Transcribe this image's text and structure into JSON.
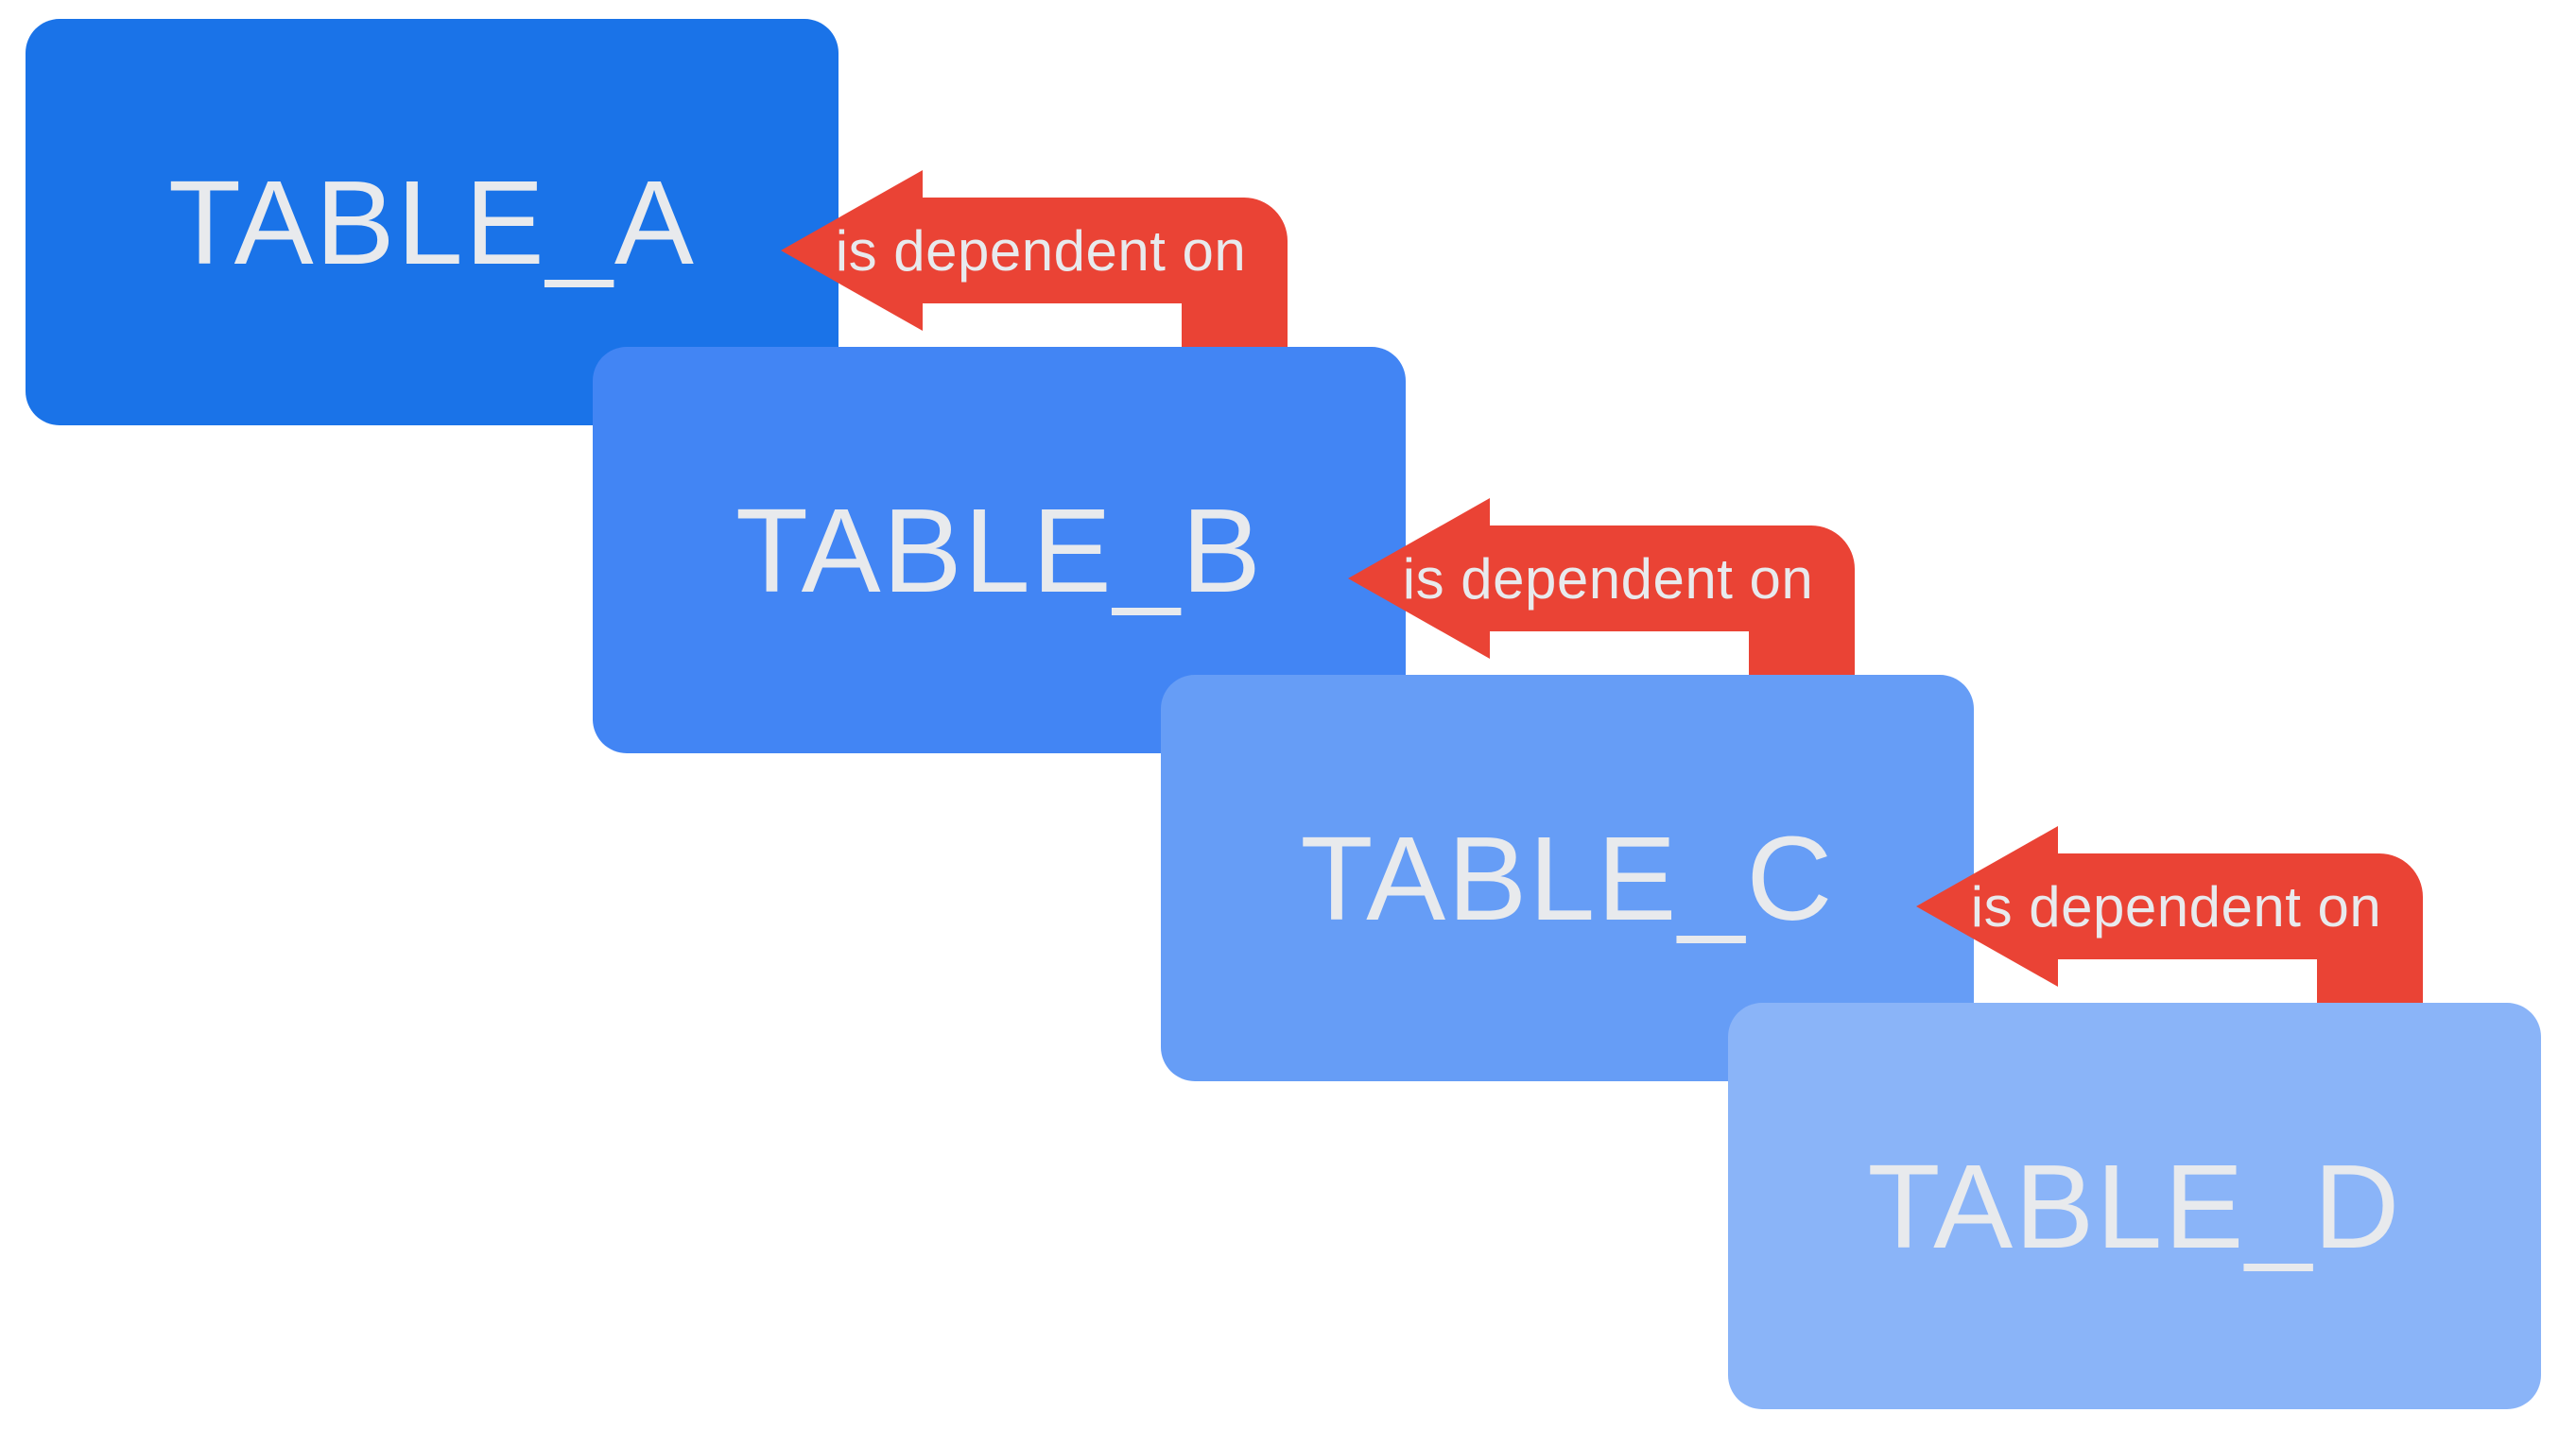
{
  "diagram": {
    "background_color": "#FFFFFF",
    "text_color": "#E8EAED",
    "tables": [
      {
        "label": "TABLE_A",
        "color": "#1A73E8"
      },
      {
        "label": "TABLE_B",
        "color": "#4285F4"
      },
      {
        "label": "TABLE_C",
        "color": "#669DF6"
      },
      {
        "label": "TABLE_D",
        "color": "#8AB4F8"
      }
    ],
    "arrows": [
      {
        "label": "is dependent on",
        "color": "#EA4335",
        "from": "TABLE_B",
        "to": "TABLE_A",
        "direction": "left"
      },
      {
        "label": "is dependent on",
        "color": "#EA4335",
        "from": "TABLE_C",
        "to": "TABLE_B",
        "direction": "left"
      },
      {
        "label": "is dependent on",
        "color": "#EA4335",
        "from": "TABLE_D",
        "to": "TABLE_C",
        "direction": "left"
      }
    ]
  }
}
